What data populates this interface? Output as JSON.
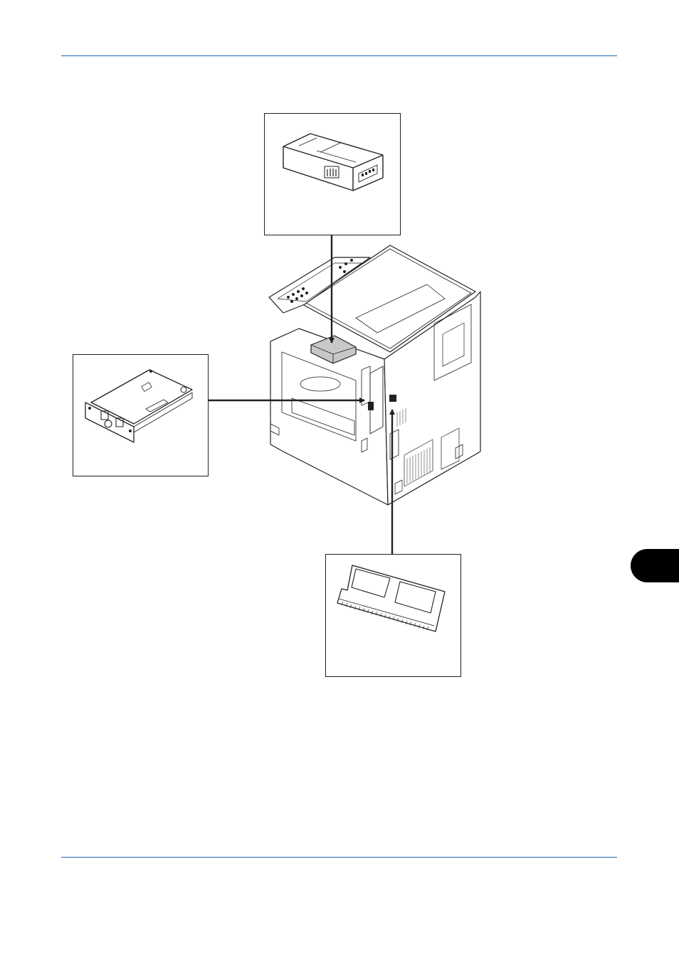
{
  "page": {
    "accent_color": "#1b67b0",
    "chapter_tab_color": "#000000"
  },
  "figure": {
    "icons": {
      "machine": "multifunction-printer-rear-view",
      "top_option": "option-box-module",
      "left_option": "interface-card-board",
      "bottom_option": "memory-module"
    }
  }
}
